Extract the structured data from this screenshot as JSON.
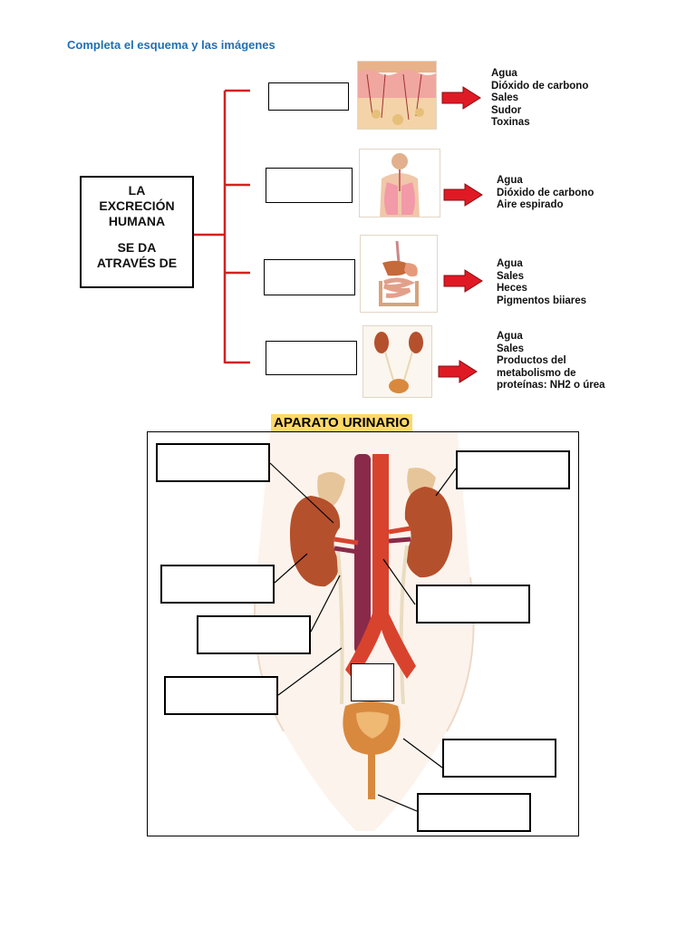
{
  "header": {
    "title": "Completa el esquema y las imágenes"
  },
  "scheme": {
    "main_lines": [
      "LA",
      "EXCRECIÓN",
      "HUMANA",
      "SE DA",
      "ATRAVÉS DE"
    ],
    "branches": [
      {
        "organ_icon": "skin-cross-section",
        "items": [
          "Agua",
          "Dióxido de carbono",
          "Sales",
          "Sudor",
          "Toxinas"
        ]
      },
      {
        "organ_icon": "respiratory-system",
        "items": [
          "Agua",
          "Dióxido de carbono",
          "Aire espirado"
        ]
      },
      {
        "organ_icon": "digestive-system",
        "items": [
          "Agua",
          "Sales",
          "Heces",
          "Pigmentos biiares"
        ]
      },
      {
        "organ_icon": "urinary-system",
        "items": [
          "Agua",
          "Sales",
          "Productos del",
          "metabolismo de",
          "proteínas: NH2 o úrea"
        ]
      }
    ]
  },
  "urinary": {
    "title": "APARATO URINARIO"
  },
  "colors": {
    "bracket": "#d62020",
    "arrow": "#e01a24",
    "title_blue": "#1f6fb5",
    "highlight": "#ffd966",
    "kidney": "#b5502c",
    "artery": "#d8432e",
    "vein": "#8a2a4a"
  }
}
